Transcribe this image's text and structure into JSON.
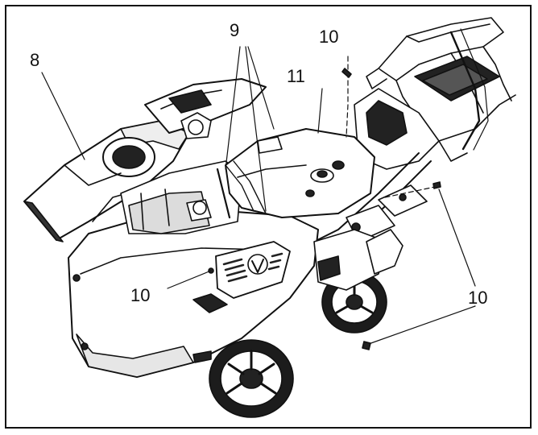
{
  "figure": {
    "callouts": {
      "shroud": "8",
      "cables": "9",
      "screw_top": "10",
      "cover": "11",
      "screw_left": "10",
      "screw_right": "10"
    },
    "colors": {
      "ink": "#111111",
      "paper": "#ffffff",
      "shade": "#1c1c1c",
      "mid": "#8a8a8a",
      "light": "#d8d8d8"
    }
  }
}
